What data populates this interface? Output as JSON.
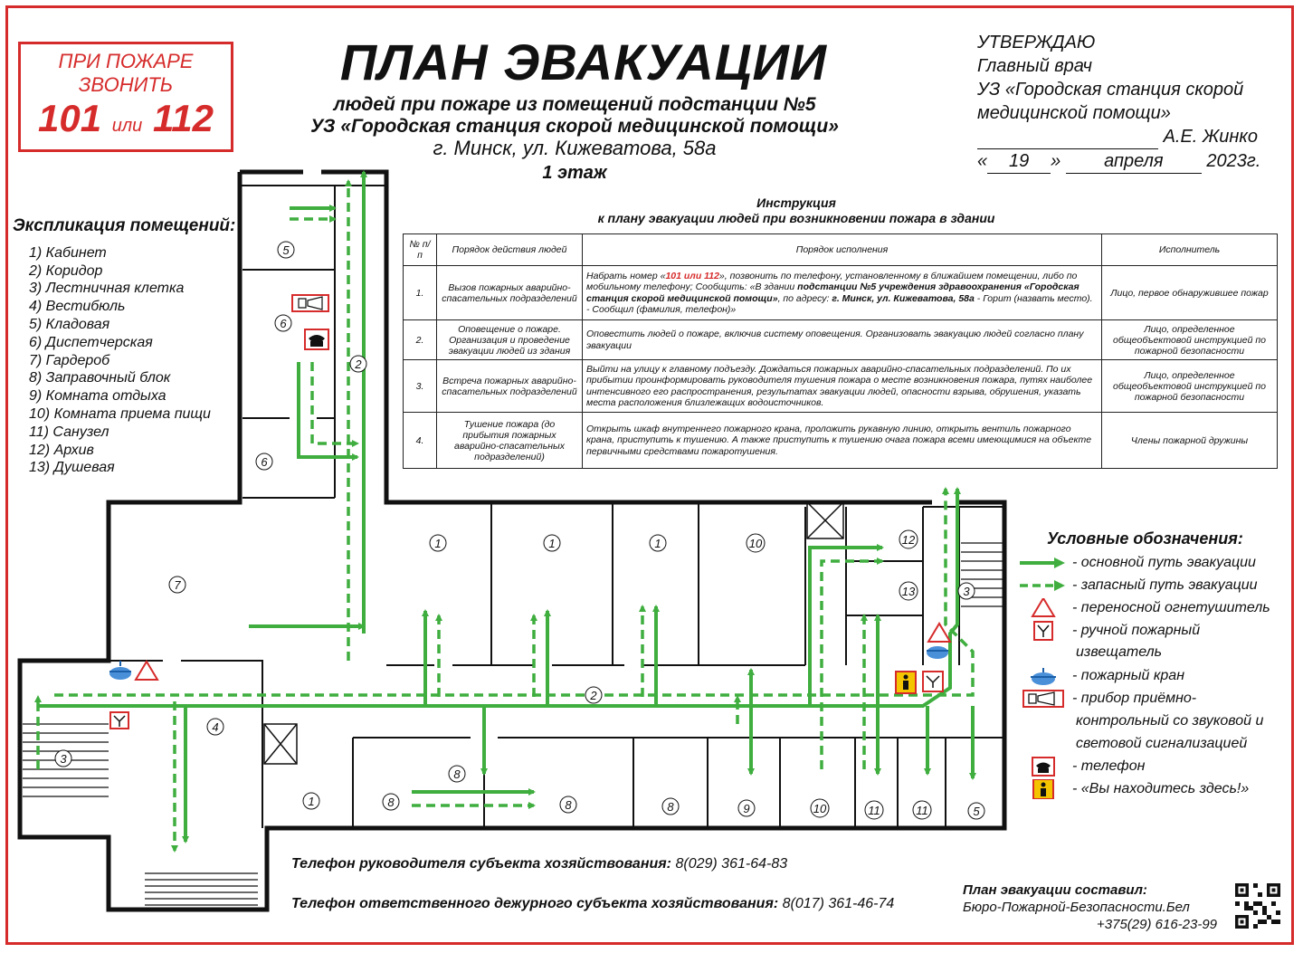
{
  "phone_box": {
    "line1": "ПРИ ПОЖАРЕ",
    "line2": "ЗВОНИТЬ",
    "num1": "101",
    "or": "или",
    "num2": "112"
  },
  "title": "ПЛАН ЭВАКУАЦИИ",
  "subtitle1": "людей при пожаре из помещений подстанции №5",
  "subtitle2": "УЗ «Городская станция скорой медицинской помощи»",
  "address": "г. Минск, ул. Кижеватова, 58а",
  "floor": "1 этаж",
  "approve": {
    "line1": "УТВЕРЖДАЮ",
    "line2": "Главный врач",
    "line3": "УЗ «Городская станция скорой",
    "line4": "медицинской помощи»",
    "signature_name": "А.Е. Жинко",
    "date_day": "19",
    "date_month": "апреля",
    "date_year": "2023г."
  },
  "explication": {
    "heading": "Экспликация помещений:",
    "items": [
      "1) Кабинет",
      "2) Коридор",
      "3) Лестничная клетка",
      "4) Вестибюль",
      "5) Кладовая",
      "6) Диспетчерская",
      "7) Гардероб",
      "8) Заправочный блок",
      "9) Комната отдыха",
      "10) Комната приема пищи",
      "11) Санузел",
      "12) Архив",
      "13) Душевая"
    ]
  },
  "instruction": {
    "title1": "Инструкция",
    "title2": "к плану эвакуации людей при возникновении пожара в здании",
    "headers": [
      "№ п/п",
      "Порядок действия людей",
      "Порядок исполнения",
      "Исполнитель"
    ],
    "rows": [
      {
        "num": "1.",
        "action": "Вызов пожарных аварийно-спасательных подразделений",
        "exec_a": "Набрать номер «",
        "exec_red": "101 или 112",
        "exec_b": "», позвонить по телефону, установленному в ближайшем помещении, либо по мобильному телефону; Сообщить: «В здании ",
        "exec_bold1": "подстанции №5 учреждения здравоохранения «Городская станция скорой медицинской помощи»",
        "exec_c": ", по адресу: ",
        "exec_bold2": "г. Минск, ул. Кижеватова, 58а",
        "exec_d": " - Горит (назвать место). - Сообщил (фамилия, телефон)»",
        "who": "Лицо, первое обнаружившее пожар"
      },
      {
        "num": "2.",
        "action": "Оповещение о пожаре. Организация и проведение эвакуации людей из здания",
        "exec": "Оповестить людей о пожаре, включив систему оповещения. Организовать эвакуацию людей согласно плану эвакуации",
        "who": "Лицо, определенное общеобъектовой инструкцией по пожарной безопасности"
      },
      {
        "num": "3.",
        "action": "Встреча пожарных аварийно-спасательных подразделений",
        "exec": "Выйти на улицу к главному подъезду. Дождаться пожарных аварийно-спасательных подразделений. По их прибытии проинформировать руководителя тушения пожара о месте возникновения пожара, путях наиболее интенсивного его распространения, результатах эвакуации людей, опасности взрыва, обрушения, указать места расположения близлежащих водоисточников.",
        "who": "Лицо, определенное общеобъектовой инструкцией по пожарной безопасности"
      },
      {
        "num": "4.",
        "action": "Тушение пожара (до прибытия пожарных аварийно-спасательных подразделений)",
        "exec": "Открыть шкаф внутреннего пожарного крана, проложить рукавную линию, открыть вентиль пожарного крана, приступить к тушению. А также приступить к тушению очага пожара всеми имеющимися на объекте первичными средствами пожаротушения.",
        "who": "Члены пожарной дружины"
      }
    ]
  },
  "legend": {
    "heading": "Условные обозначения:",
    "items": [
      "- основной путь эвакуации",
      "- запасный путь эвакуации",
      "- переносной огнетушитель",
      "- ручной пожарный",
      "извещатель",
      "- пожарный кран",
      "- прибор приёмно-",
      "контрольный со звуковой и",
      "световой сигнализацией",
      "- телефон",
      "- «Вы находитесь здесь!»"
    ]
  },
  "rooms": {
    "r1": "1",
    "r2": "2",
    "r3": "3",
    "r4": "4",
    "r5": "5",
    "r6": "6",
    "r7": "7",
    "r8": "8",
    "r9": "9",
    "r10": "10",
    "r11": "11",
    "r12": "12",
    "r13": "13"
  },
  "phones": {
    "head_label": "Телефон руководителя субъекта хозяйствования:",
    "head_number": "8(029) 361-64-83",
    "duty_label": "Телефон ответственного дежурного субъекта хозяйствования:",
    "duty_number": "8(017) 361-46-74"
  },
  "author": {
    "label": "План эвакуации составил:",
    "org": "Бюро-Пожарной-Безопасности.Бел",
    "phone": "+375(29) 616-23-99"
  },
  "colors": {
    "border_red": "#d62b2b",
    "path_green": "#3fae3f",
    "you_are_here_yellow": "#f5c400"
  },
  "icons": [
    "fire-extinguisher-icon",
    "manual-call-point-icon",
    "fire-hydrant-icon",
    "alarm-panel-icon",
    "telephone-icon",
    "you-are-here-icon",
    "qr-code-icon"
  ]
}
